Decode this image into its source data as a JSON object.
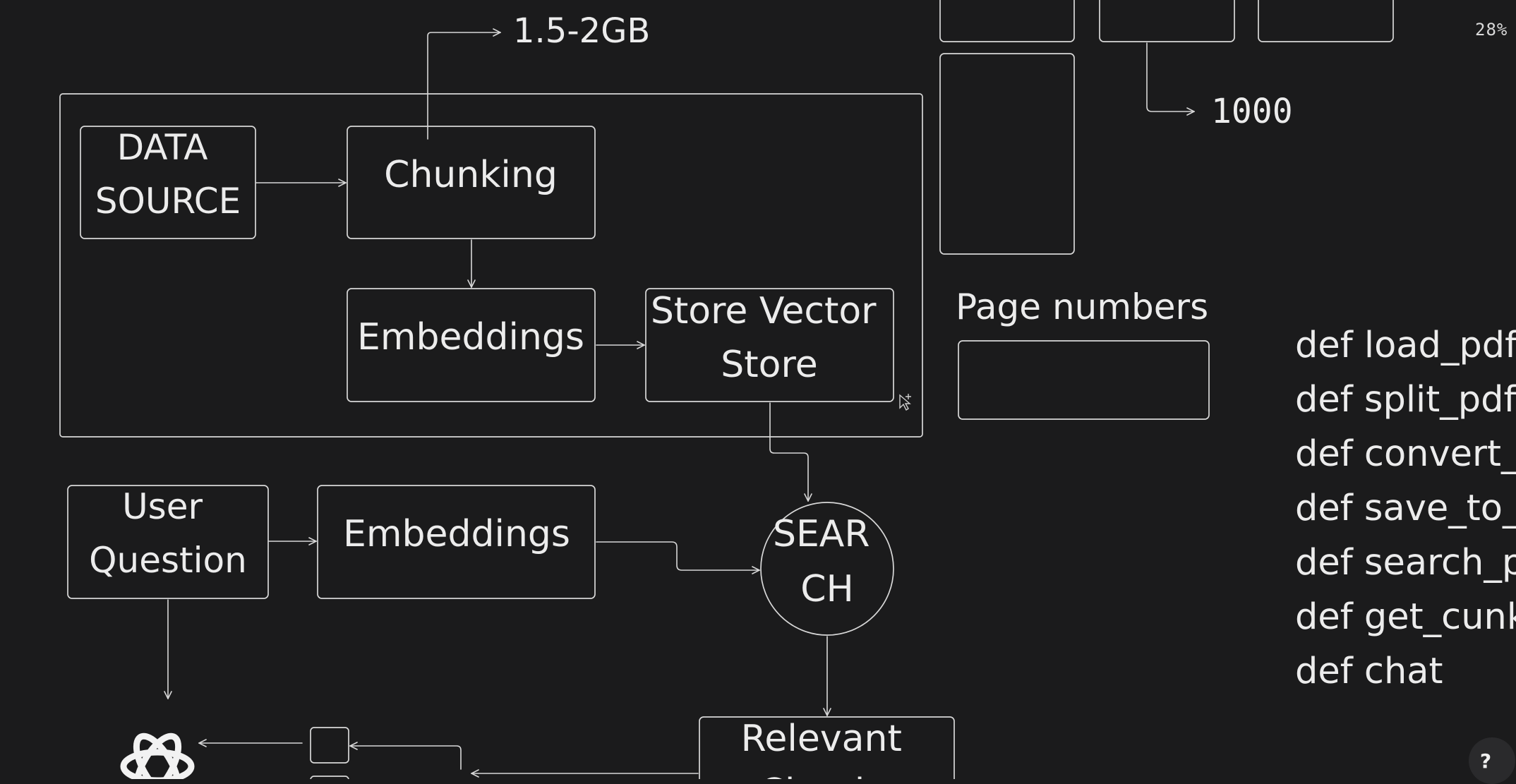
{
  "canvas": {
    "background": "#1b1b1c",
    "stroke_color": "#d8d8d8",
    "text_color": "#ececec"
  },
  "zoom_label": "28%",
  "help_label": "?",
  "labels": {
    "size_note": "1.5-2GB",
    "count_note": "1000",
    "page_numbers": "Page numbers"
  },
  "nodes": {
    "data_source": [
      "DATA",
      "SOURCE"
    ],
    "chunking": [
      "Chunking"
    ],
    "embeddings_index": [
      "Embeddings"
    ],
    "store_vector": [
      "Store Vector",
      "Store"
    ],
    "user_question": [
      "User",
      "Question"
    ],
    "embeddings_query": [
      "Embeddings"
    ],
    "search": [
      "SEAR",
      "CH"
    ],
    "relevant_chunks": [
      "Relevant",
      "Chunks"
    ]
  },
  "functions": [
    "def load_pdf",
    "def split_pdf",
    "def convert_",
    "def save_to_",
    "def search_p",
    "def get_cunk",
    "def chat"
  ],
  "icons": [
    "openai-logo-icon",
    "pointer-cursor-icon",
    "arrow-icon"
  ]
}
